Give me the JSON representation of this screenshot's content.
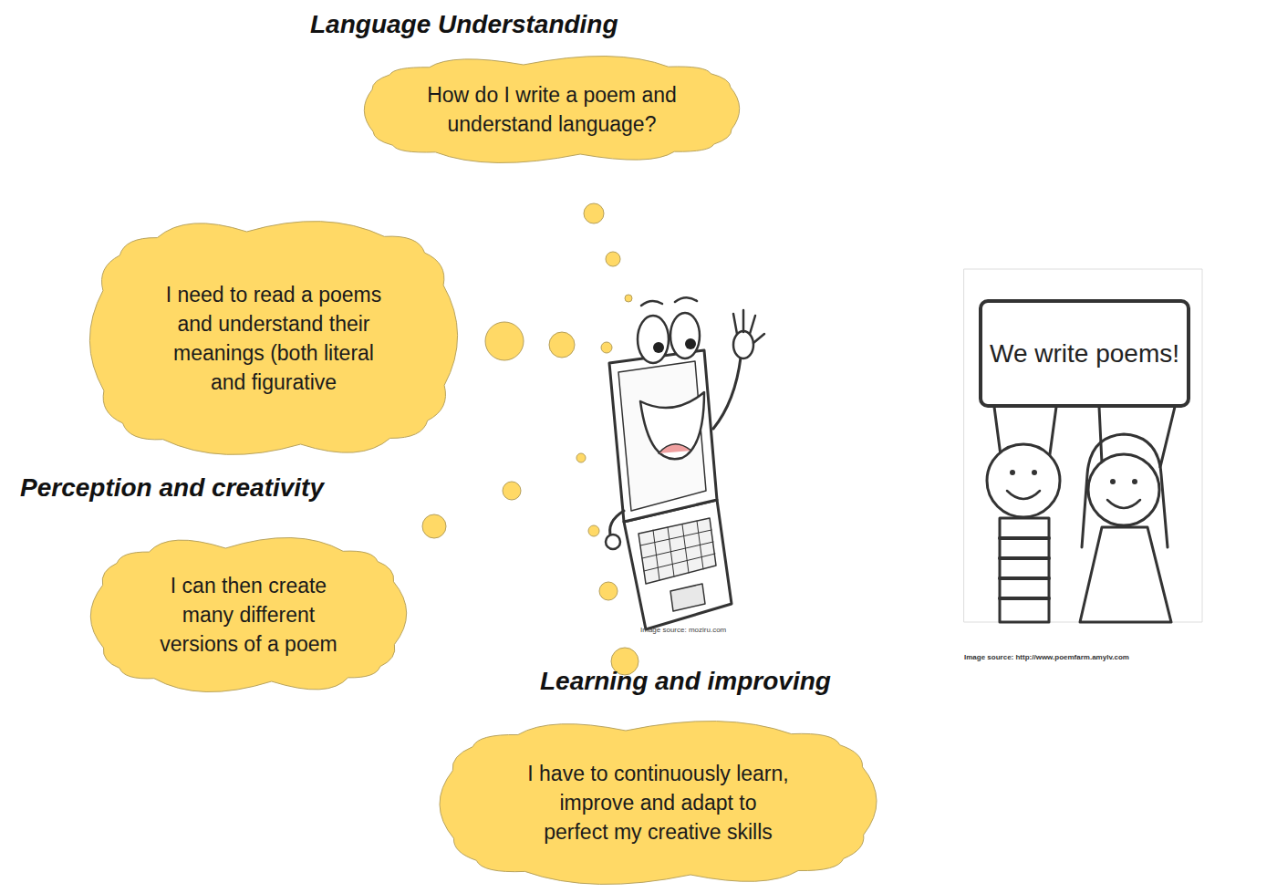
{
  "diagram": {
    "nodes": [
      {
        "text": [
          "Language Understanding",
          "How do I write a poem and understand language?"
        ]
      },
      {
        "text": [
          "I need to read a poems and understand their meanings (both literal and figurative"
        ]
      },
      {
        "text": [
          "Perception and creativity",
          "I can then create many different versions of a poem"
        ]
      },
      {
        "text": [
          "Learning and improving",
          "I have to continuously learn, improve and adapt to perfect my creative skills"
        ]
      }
    ],
    "labels": [
      "Image source: moziru.com",
      "We write poems!",
      "Image source: http://www.poemfarm.amylv.com"
    ]
  }
}
